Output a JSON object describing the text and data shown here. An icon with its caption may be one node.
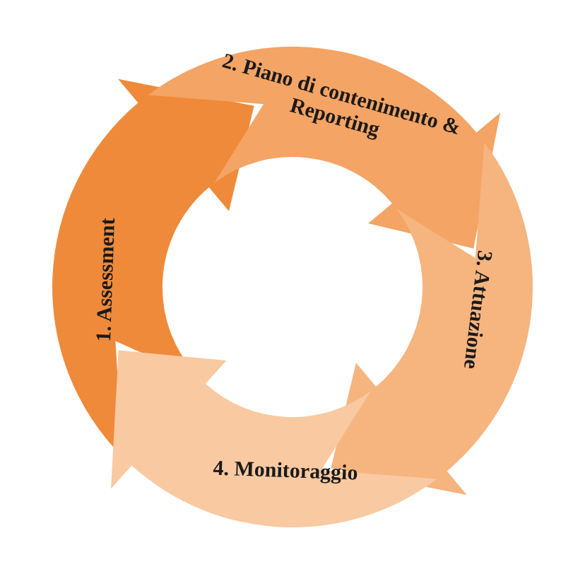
{
  "diagram": {
    "nodes": [
      {
        "text": [
          "1. Assessment"
        ]
      },
      {
        "text": [
          "2. Piano di contenimento & Reporting"
        ]
      },
      {
        "text": [
          "3. Attuazione"
        ]
      },
      {
        "text": [
          "4. Monitoraggio"
        ]
      }
    ]
  }
}
